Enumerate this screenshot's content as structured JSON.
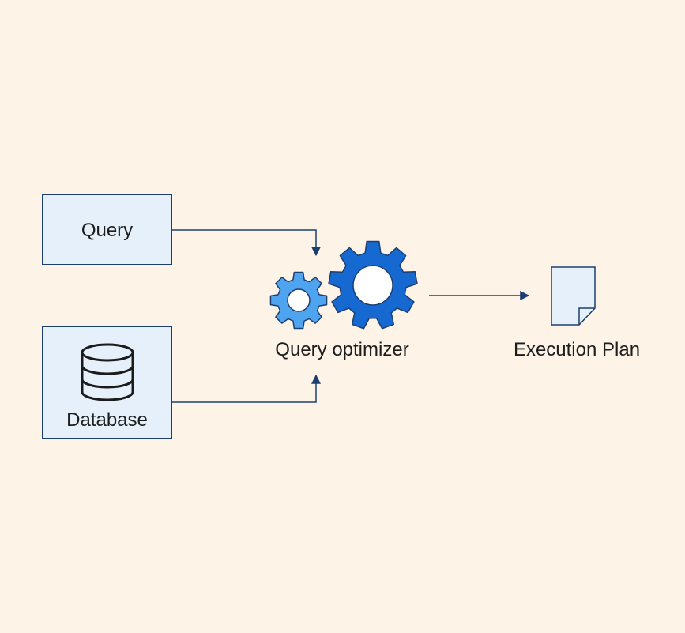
{
  "nodes": {
    "query": {
      "label": "Query"
    },
    "database": {
      "label": "Database",
      "icon": "database-icon"
    },
    "optimizer": {
      "label": "Query optimizer",
      "icon": "gears-icon"
    },
    "plan": {
      "label": "Execution Plan",
      "icon": "document-icon"
    }
  },
  "colors": {
    "background": "#fdf3e7",
    "box_fill": "#e5f0fb",
    "line": "#1c3f72",
    "gear_small": "#4ea4ef",
    "gear_large": "#1569d1"
  }
}
